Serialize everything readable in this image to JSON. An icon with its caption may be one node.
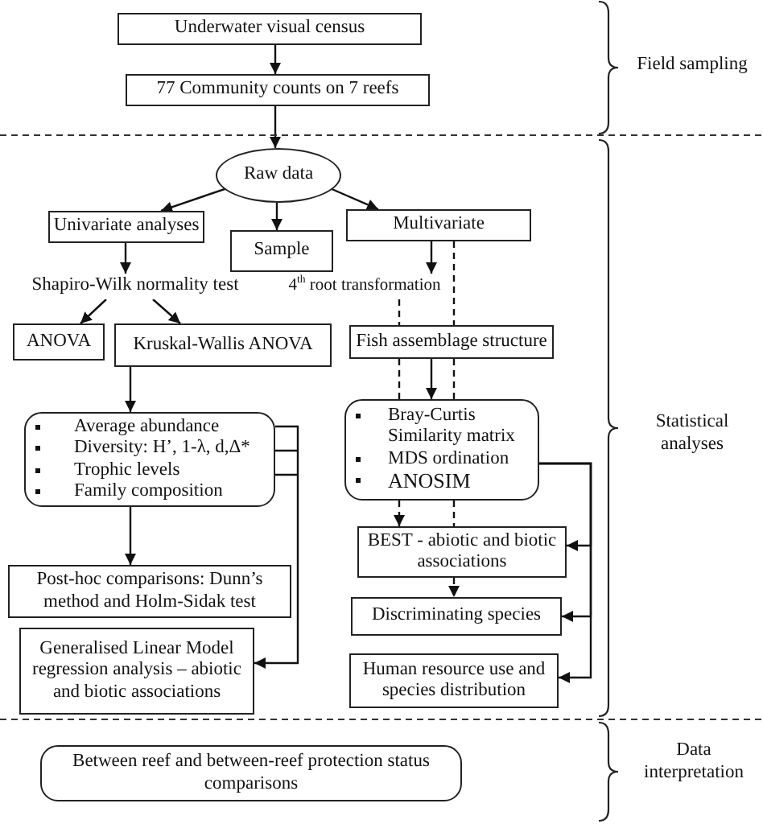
{
  "diagram": {
    "nodes": [
      {
        "text": [
          "Underwater visual census"
        ]
      },
      {
        "text": [
          "77 Community counts on 7 reefs"
        ]
      },
      {
        "text": [
          "Raw data"
        ]
      },
      {
        "text": [
          "Univariate analyses"
        ]
      },
      {
        "text": [
          "Sample"
        ]
      },
      {
        "text": [
          "Multivariate"
        ]
      },
      {
        "text": [
          "Shapiro-Wilk normality test"
        ]
      },
      {
        "text": [
          "4$^{th}$ root transformation"
        ]
      },
      {
        "text": [
          "ANOVA"
        ]
      },
      {
        "text": [
          "Kruskal-Wallis  ANOVA"
        ]
      },
      {
        "text": [
          "Fish assemblage structure"
        ]
      },
      {
        "text": [
          "Average abundance",
          "Diversity: H’, 1-λ, d,Δ*",
          "Trophic levels",
          "Family composition"
        ]
      },
      {
        "text": [
          "Bray-Curtis Similarity matrix",
          "MDS ordination",
          "ANOSIM"
        ]
      },
      {
        "text": [
          "BEST - abiotic and biotic associations"
        ]
      },
      {
        "text": [
          "Post-hoc comparisons: Dunn’s method and Holm-Sidak test"
        ]
      },
      {
        "text": [
          "Discriminating species"
        ]
      },
      {
        "text": [
          "Generalised Linear Model regression analysis – abiotic and biotic associations"
        ]
      },
      {
        "text": [
          "Human resource use and species distribution"
        ]
      },
      {
        "text": [
          "Between reef and between-reef protection status comparisons"
        ]
      }
    ],
    "edges": [
      {
        "from": 0,
        "to": 1,
        "arrow": "to"
      },
      {
        "from": 1,
        "to": 2,
        "arrow": "to"
      },
      {
        "from": 2,
        "to": 3,
        "arrow": "to"
      },
      {
        "from": 2,
        "to": 4,
        "arrow": "to"
      },
      {
        "from": 2,
        "to": 5,
        "arrow": "to"
      },
      {
        "from": 3,
        "to": 6,
        "arrow": "to"
      },
      {
        "from": 6,
        "to": 8,
        "arrow": "to"
      },
      {
        "from": 6,
        "to": 9,
        "arrow": "to"
      },
      {
        "from": 5,
        "to": 7,
        "arrow": "to"
      },
      {
        "from": 7,
        "to": 10,
        "arrow": "none",
        "style": "dashed"
      },
      {
        "from": 9,
        "to": 11,
        "arrow": "to"
      },
      {
        "from": 10,
        "to": 12,
        "arrow": "to"
      },
      {
        "from": 10,
        "to": 12,
        "arrow": "none",
        "style": "dashed"
      },
      {
        "from": 5,
        "to": 10,
        "arrow": "none",
        "style": "dashed"
      },
      {
        "from": 11,
        "to": 14,
        "arrow": "to"
      },
      {
        "from": 11,
        "to": 16,
        "arrow": "to"
      },
      {
        "from": 12,
        "to": 13,
        "arrow": "to",
        "style": "dashed"
      },
      {
        "from": 12,
        "to": 13,
        "arrow": "to"
      },
      {
        "from": 12,
        "to": 15,
        "arrow": "to"
      },
      {
        "from": 12,
        "to": 17,
        "arrow": "to"
      },
      {
        "from": 13,
        "to": 15,
        "arrow": "to",
        "style": "dashed"
      },
      {
        "from": 10,
        "to": 12,
        "arrow": "none",
        "style": "dashed"
      },
      {
        "from": 12,
        "to": 13,
        "arrow": "none",
        "style": "dashed"
      }
    ],
    "labels": [
      "Field sampling",
      "Statistical analyses",
      "Data interpretation"
    ]
  }
}
